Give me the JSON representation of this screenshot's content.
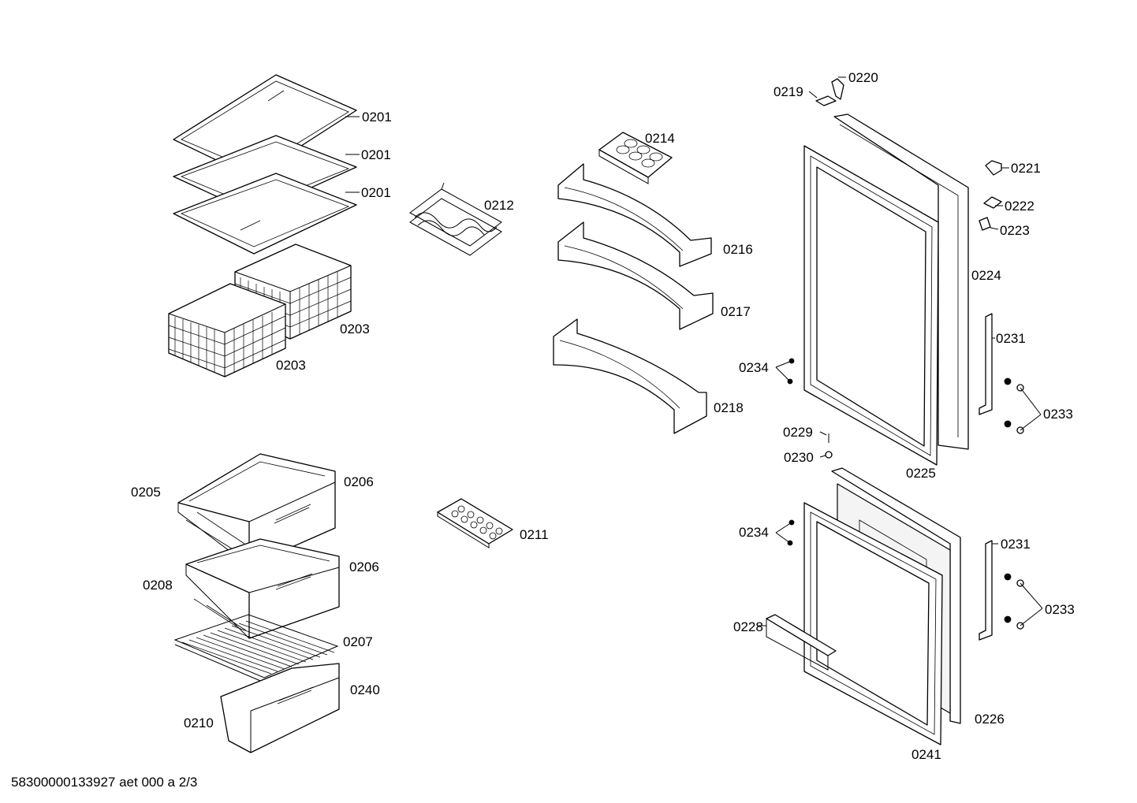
{
  "diagram": {
    "footer": "58300000133927 aet 000 a 2/3",
    "labels": {
      "l0201a": "0201",
      "l0201b": "0201",
      "l0201c": "0201",
      "l0203a": "0203",
      "l0203b": "0203",
      "l0205": "0205",
      "l0206a": "0206",
      "l0206b": "0206",
      "l0207": "0207",
      "l0208": "0208",
      "l0210": "0210",
      "l0211": "0211",
      "l0212": "0212",
      "l0214": "0214",
      "l0216": "0216",
      "l0217": "0217",
      "l0218": "0218",
      "l0219": "0219",
      "l0220": "0220",
      "l0221": "0221",
      "l0222": "0222",
      "l0223": "0223",
      "l0224": "0224",
      "l0225": "0225",
      "l0226": "0226",
      "l0228": "0228",
      "l0229": "0229",
      "l0230": "0230",
      "l0231a": "0231",
      "l0231b": "0231",
      "l0233a": "0233",
      "l0233b": "0233",
      "l0234a": "0234",
      "l0234b": "0234",
      "l0240": "0240",
      "l0241": "0241"
    }
  }
}
